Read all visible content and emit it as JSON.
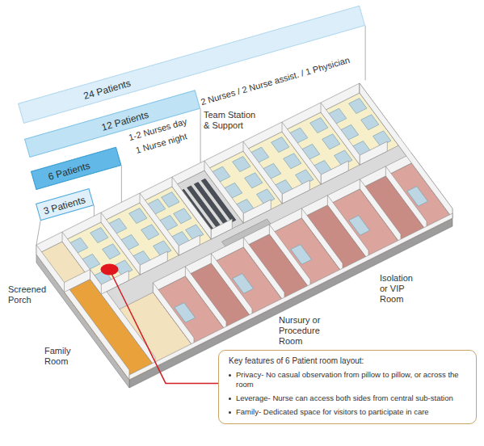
{
  "diagram": {
    "nodes": [
      {
        "text": [
          "24 Patients"
        ]
      },
      {
        "text": [
          "12 Patients"
        ]
      },
      {
        "text": [
          "6 Patients"
        ]
      },
      {
        "text": [
          "3 Patients"
        ]
      },
      {
        "text": [
          "Key features of 6 Patient room layout:",
          "Privacy- No casual observation from pillow to pillow, or across the room",
          "Leverage- Nurse can access both sides from central sub-station",
          "Family- Dedicated space for visitors to participate in care"
        ]
      }
    ],
    "labels": [
      "2 Nurses / 2 Nurse assist. / 1 Physician",
      "1-2 Nurses day",
      "1 Nurse night",
      "Team Station & Support",
      "Screened Porch",
      "Nursury or Procedure Room",
      "Isolation or VIP Room",
      "Family Room"
    ]
  }
}
